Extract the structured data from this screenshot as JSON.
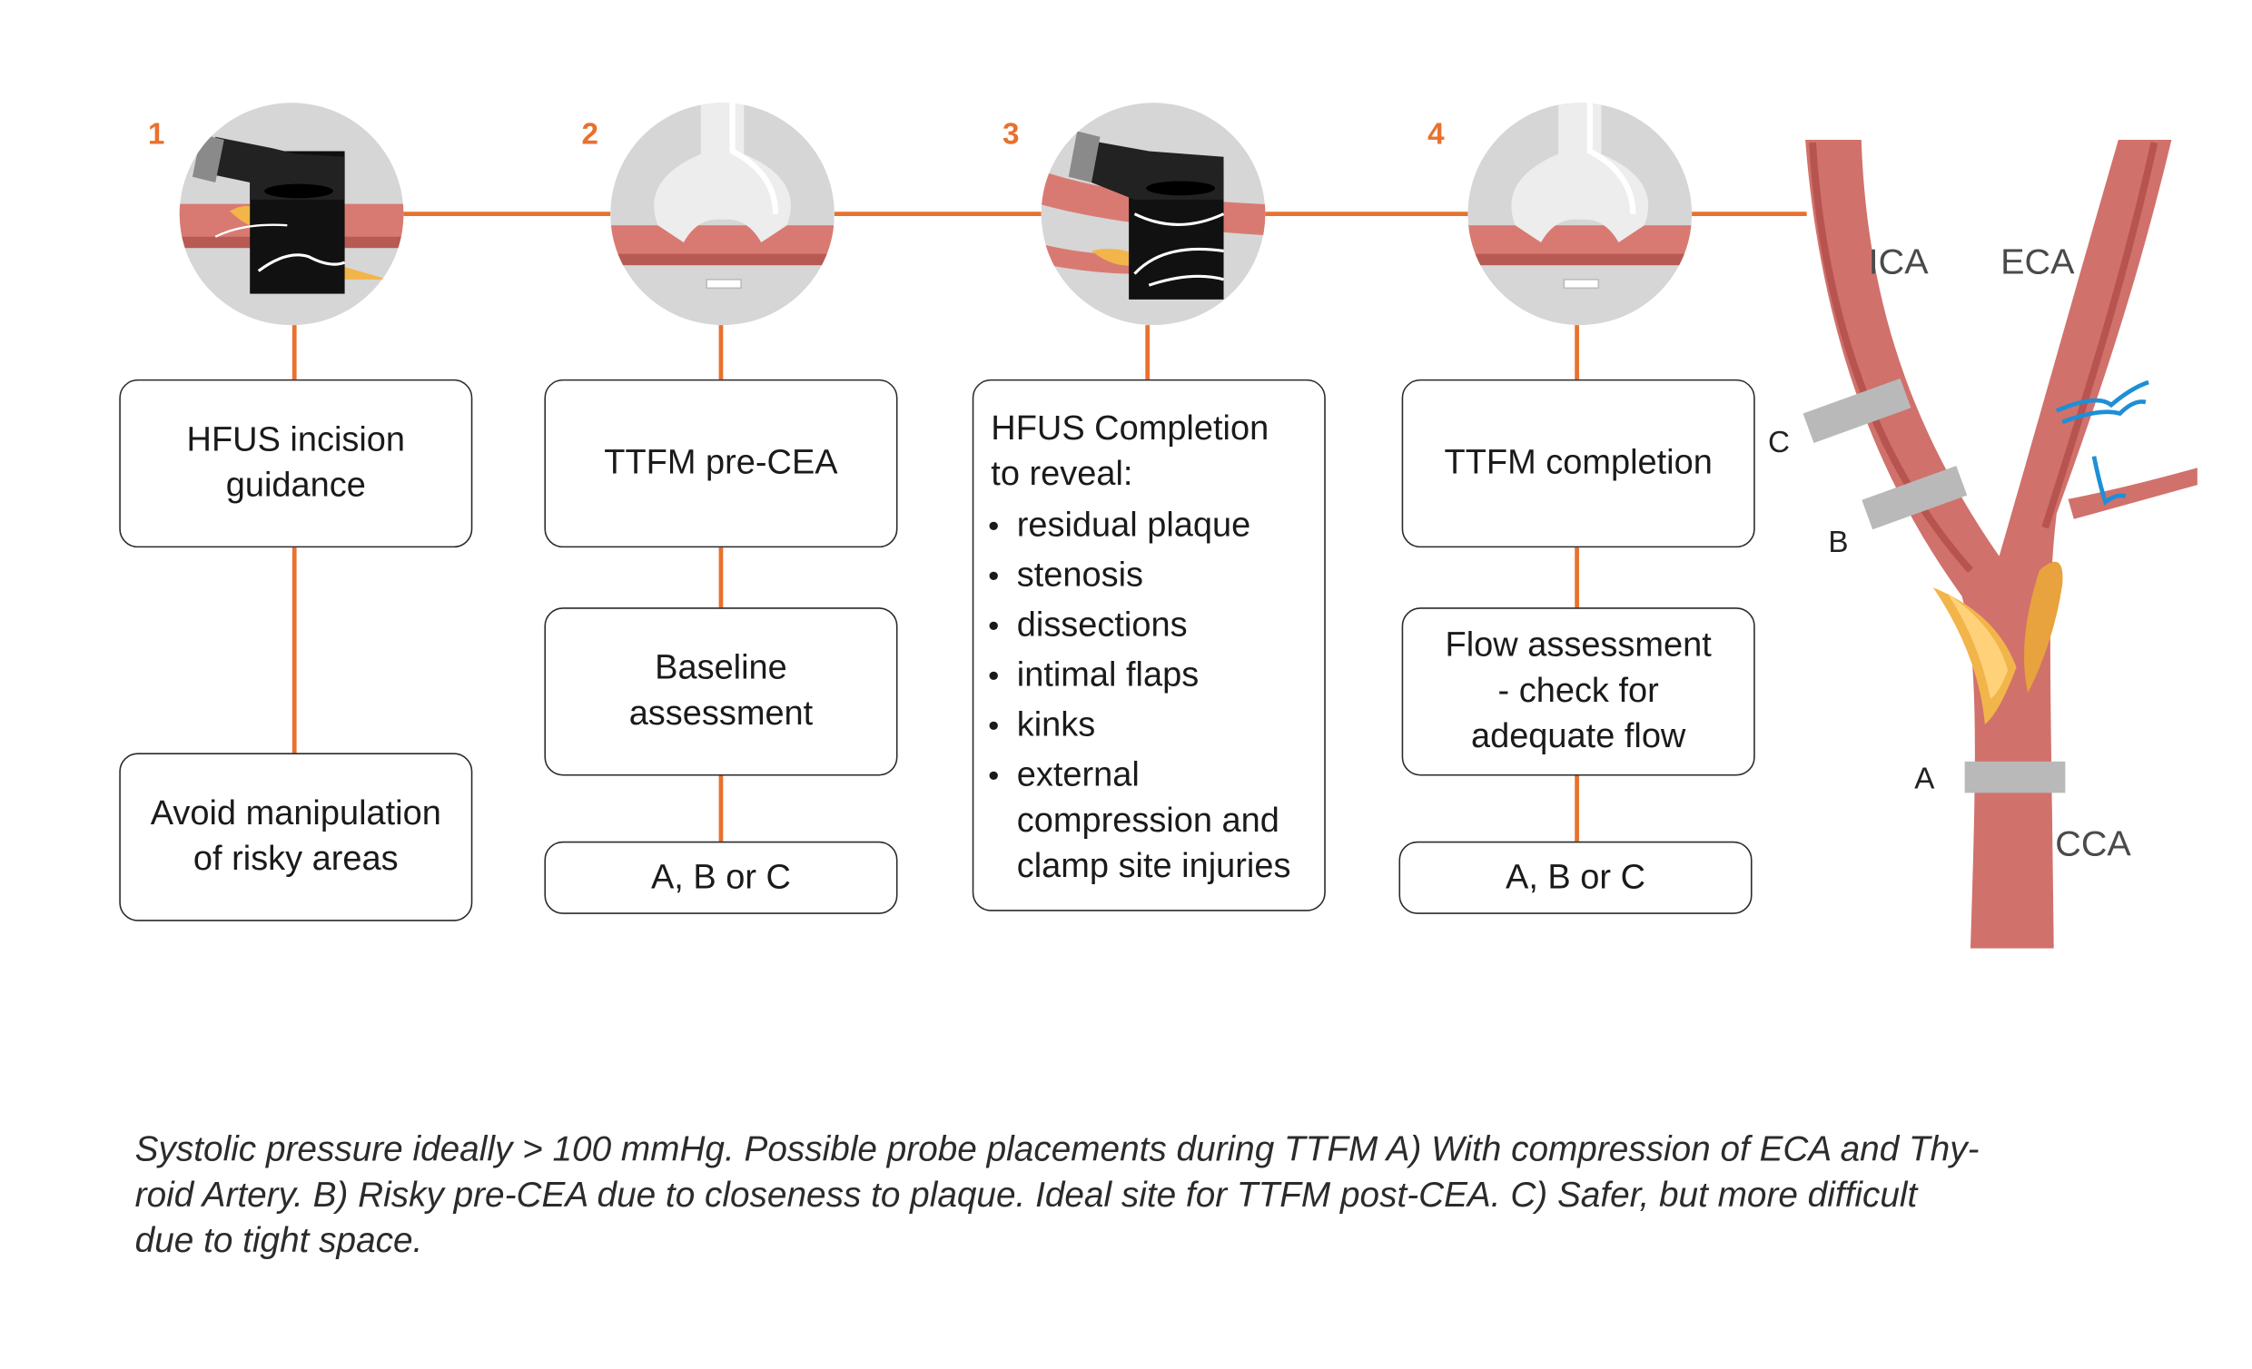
{
  "steps": [
    {
      "number": "1",
      "main_lines": [
        "HFUS incision",
        "guidance"
      ],
      "sub_lines": [
        "Avoid manipulation",
        "of risky areas"
      ]
    },
    {
      "number": "2",
      "main": "TTFM pre-CEA",
      "sub_lines": [
        "Baseline",
        "assessment"
      ],
      "sub2": "A, B or C"
    },
    {
      "number": "3",
      "heading_lines": [
        "HFUS Completion",
        "to reveal:"
      ],
      "bullets": [
        "residual plaque",
        "stenosis",
        "dissections",
        "intimal flaps",
        "kinks"
      ],
      "last_bullet_lines": [
        "external",
        "compression and",
        "clamp site injuries"
      ]
    },
    {
      "number": "4",
      "main": "TTFM completion",
      "sub_lines": [
        "Flow assessment",
        "- check for",
        "adequate flow"
      ],
      "sub2": "A, B or C"
    }
  ],
  "vessel_labels": {
    "ica": "ICA",
    "eca": "ECA",
    "cca": "CCA"
  },
  "probe_positions": {
    "a": "A",
    "b": "B",
    "c": "C"
  },
  "caption_lines": [
    "Systolic pressure ideally > 100 mmHg. Possible probe placements during TTFM A) With compression of ECA and Thy-",
    "roid Artery. B) Risky pre-CEA due to closeness to plaque. Ideal site for TTFM post-CEA. C) Safer, but more difficult",
    "due to tight space."
  ],
  "colors": {
    "accent": "#e8712e",
    "artery": "#d1716c",
    "artery_dark": "#b8544f",
    "plaque": "#f2b54a",
    "probe": "#b9b9b9",
    "thyroid_vessel": "#1e8fd6"
  }
}
